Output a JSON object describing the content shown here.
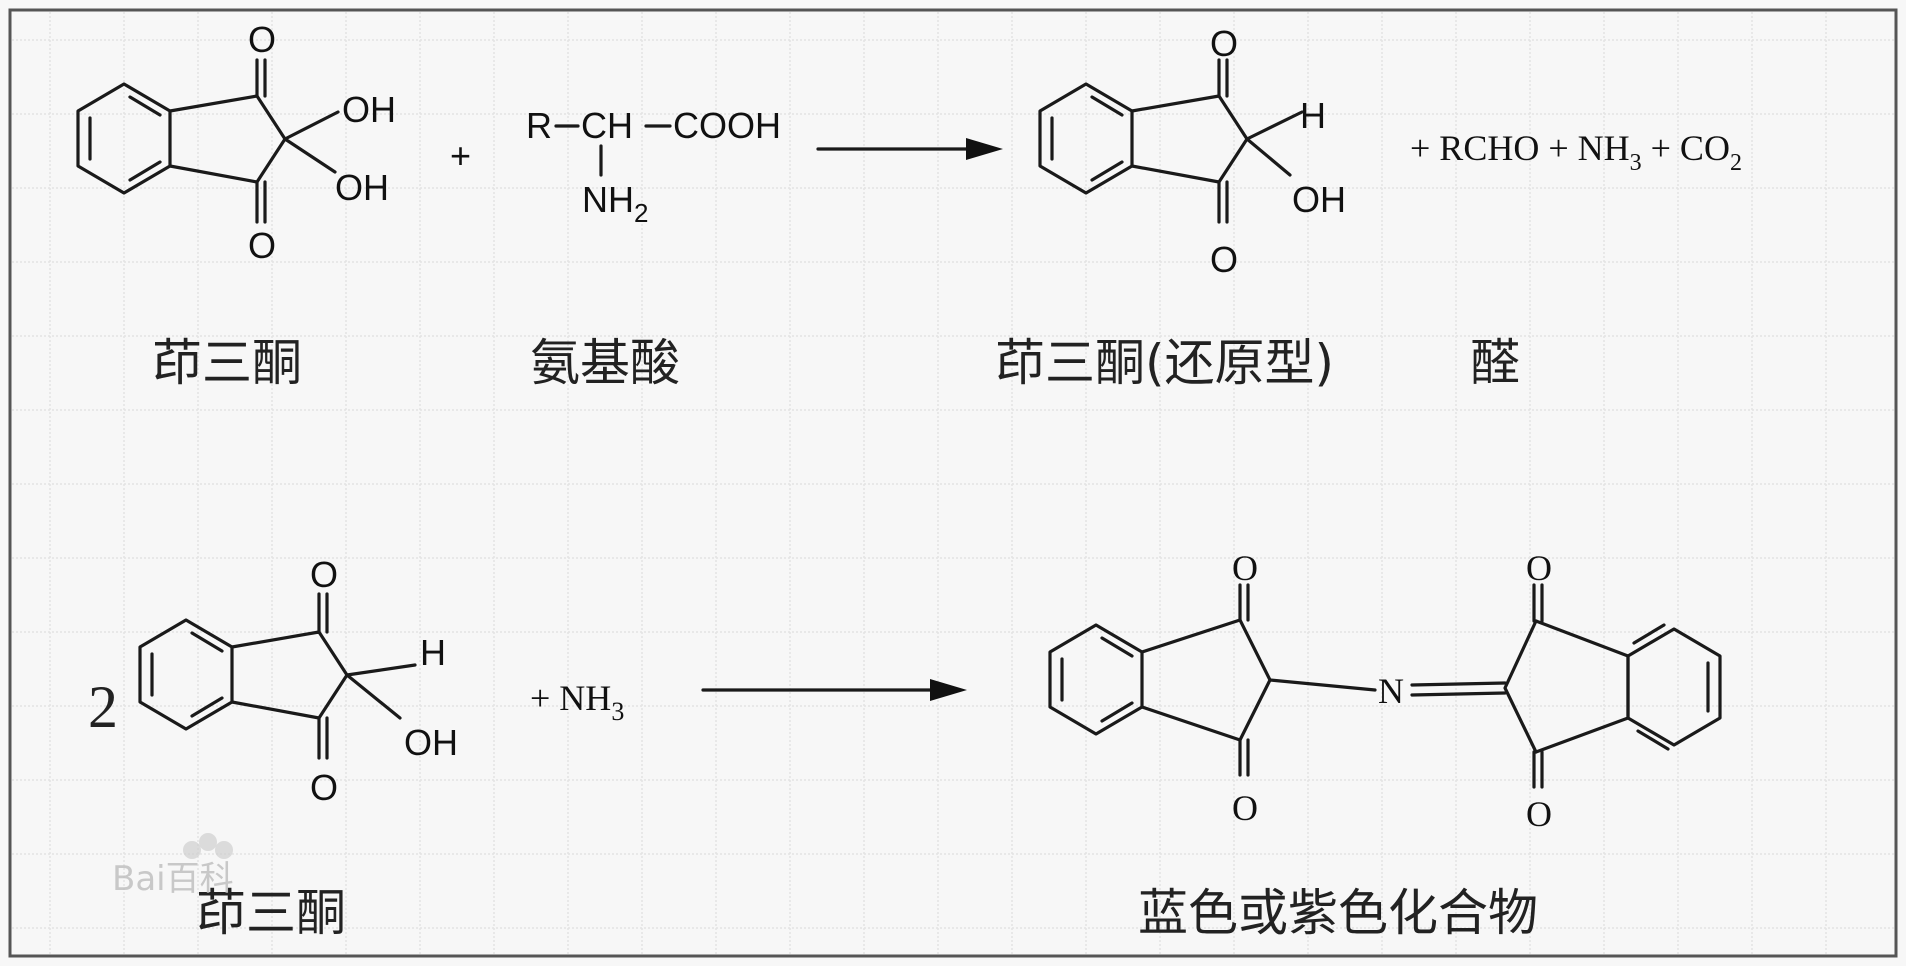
{
  "reaction1": {
    "reactant1": {
      "oh1": "OH",
      "oh2": "OH",
      "o_top": "O",
      "o_bottom": "O",
      "caption": "茚三酮"
    },
    "plus": "+",
    "amino_acid": {
      "r": "R",
      "ch": "CH",
      "cooh": "COOH",
      "nh2": "NH",
      "nh2_sub": "2",
      "caption": "氨基酸"
    },
    "product": {
      "h": "H",
      "oh": "OH",
      "o_top": "O",
      "o_bottom": "O",
      "caption": "茚三酮(还原型)"
    },
    "byproducts": {
      "p1": "+ RCHO + NH",
      "p1_sub": "3",
      "p2": " + CO",
      "p2_sub": "2",
      "caption": "醛"
    }
  },
  "reaction2": {
    "coefficient": "2",
    "reactant": {
      "h": "H",
      "oh": "OH",
      "o_top": "O",
      "o_bottom": "O",
      "caption": "茚三酮"
    },
    "reagent": {
      "text": "+ NH",
      "sub": "3"
    },
    "product": {
      "n": "N",
      "o1": "O",
      "o2": "O",
      "o3": "O",
      "o4": "O",
      "caption": "蓝色或紫色化合物"
    }
  },
  "watermark": "Bai百科"
}
